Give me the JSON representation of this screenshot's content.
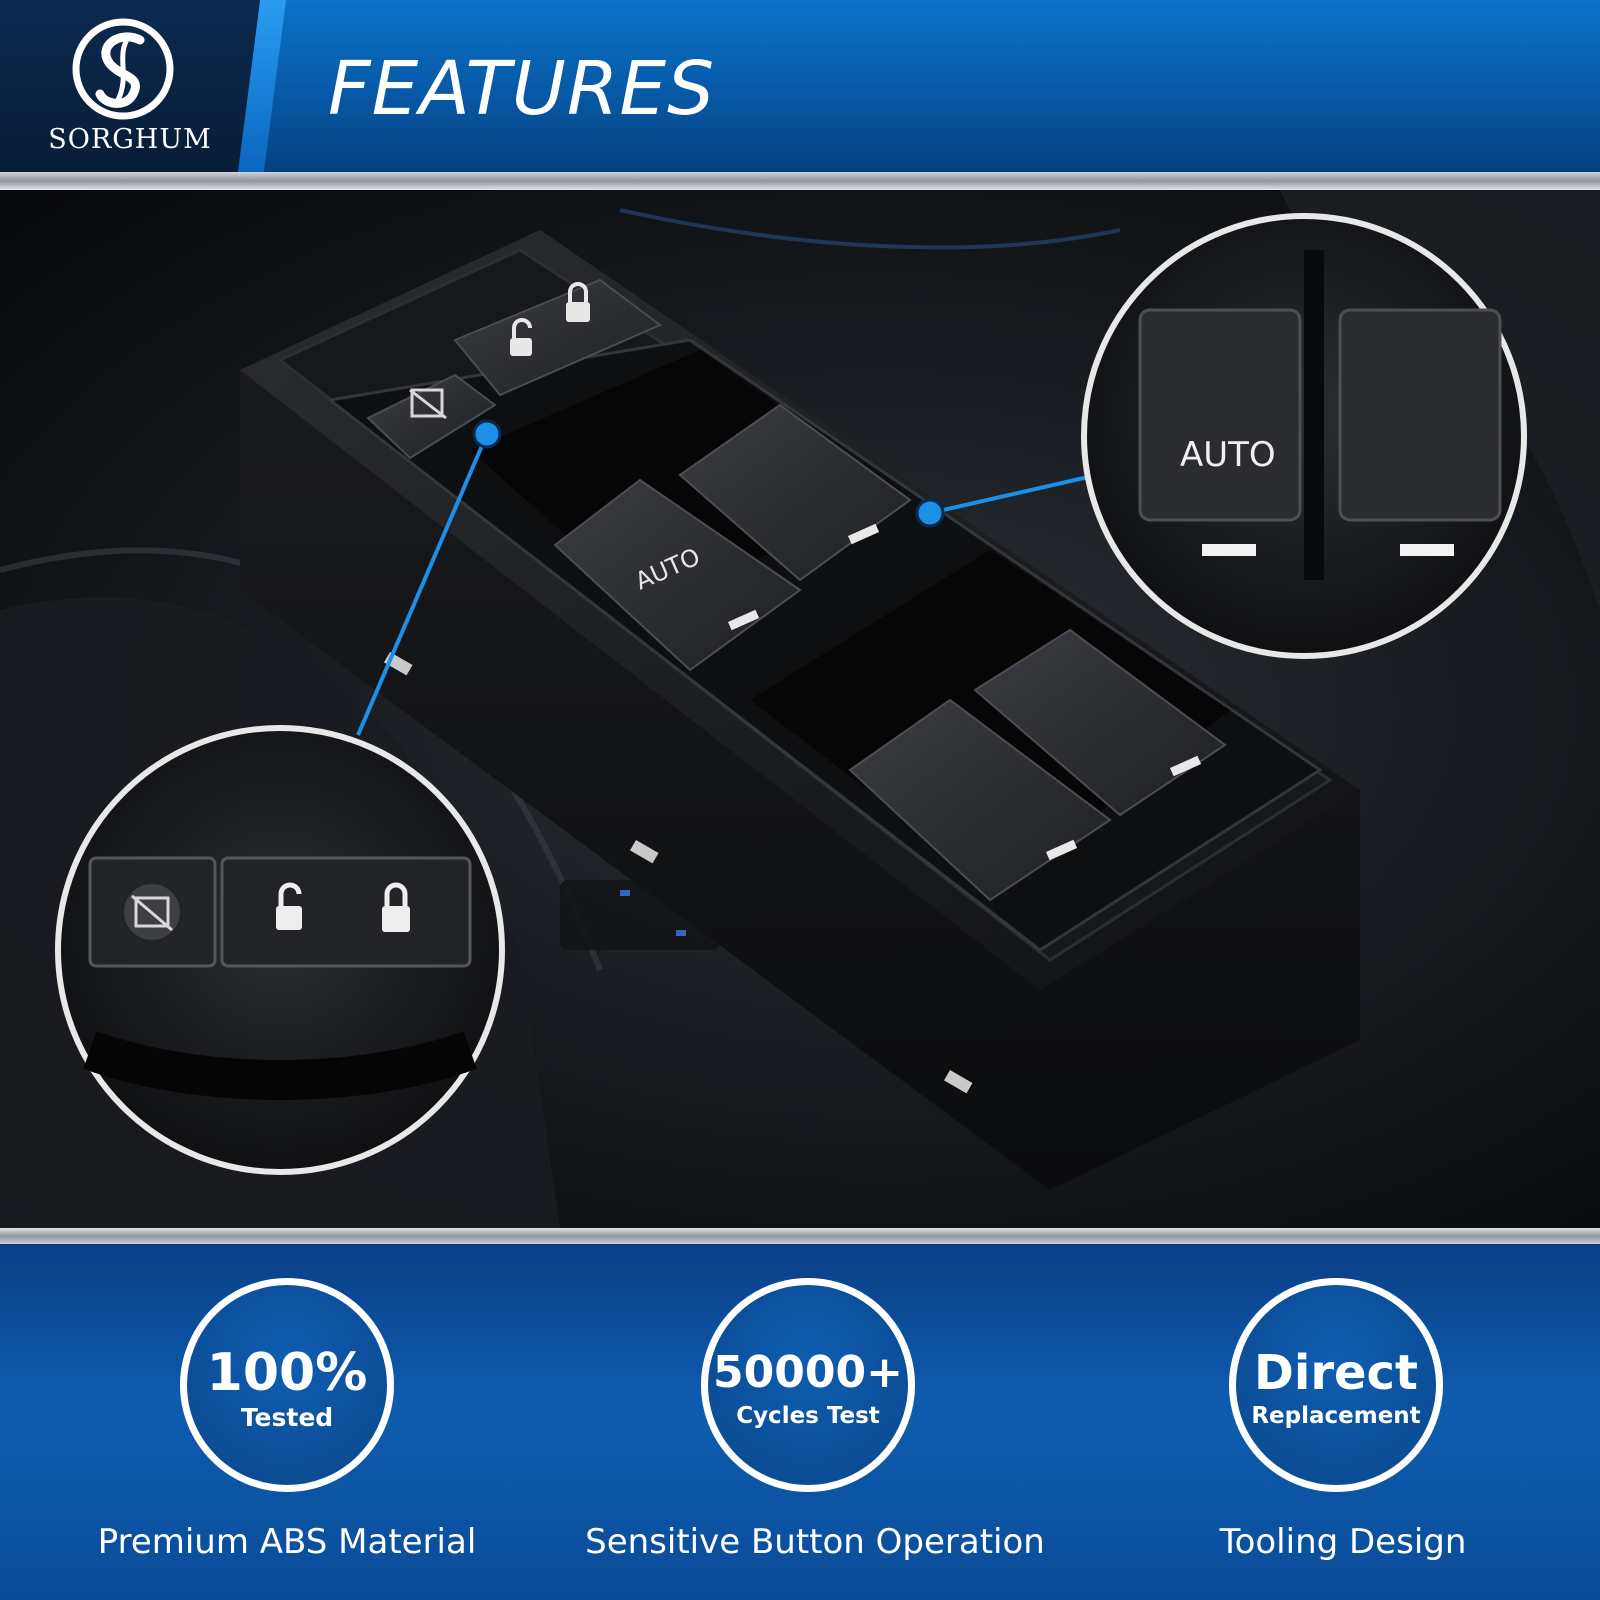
{
  "header": {
    "brand": "SORGHUM",
    "title": "FEATURES"
  },
  "product": {
    "main_switch_label": "AUTO",
    "zoom_callout_label": "AUTO",
    "icons": [
      "window-lock-icon",
      "unlock-icon",
      "lock-icon"
    ]
  },
  "features": [
    {
      "main": "100%",
      "sub": "Tested",
      "label": "Premium ABS Material"
    },
    {
      "main": "50000+",
      "sub": "Cycles Test",
      "label": "Sensitive Button Operation"
    },
    {
      "main": "Direct",
      "sub": "Replacement",
      "label": "Tooling Design"
    }
  ],
  "colors": {
    "brand_blue": "#0a66c0",
    "header_dark": "#081d38",
    "callout_line": "#1e8fe6",
    "text": "#ffffff"
  }
}
